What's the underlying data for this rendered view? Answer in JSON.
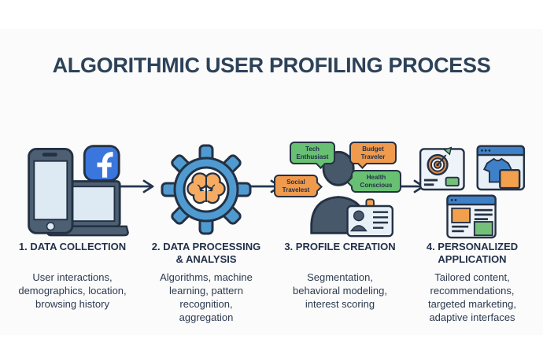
{
  "title": "ALGORITHMIC USER PROFILING PROCESS",
  "colors": {
    "title_navy": "#2d4259",
    "outline_dark": "#243143",
    "device_slate": "#4d5f72",
    "screen_light": "#dde9f3",
    "facebook_blue": "#3b76dd",
    "gear_blue": "#4f9bd1",
    "brain_orange": "#f5ab62",
    "tag_green": "#68c172",
    "tag_orange": "#f09a4d",
    "window_blue": "#3f81c9",
    "accent_green": "#74c078",
    "accent_orange": "#f2a04e"
  },
  "stages": [
    {
      "icon": "phone-laptop-facebook-icon",
      "heading": "1. DATA COLLECTION",
      "description": "User interactions,\ndemographics, location,\nbrowsing history"
    },
    {
      "icon": "gear-brain-icon",
      "heading": "2. DATA PROCESSING\n& ANALYSIS",
      "description": "Algorithms, machine\nlearning, pattern\nrecognition,\naggregation"
    },
    {
      "icon": "user-silhouette-id-card-icon",
      "heading": "3. PROFILE CREATION",
      "description": "Segmentation,\nbehavioral modeling,\ninterest scoring",
      "tags": [
        {
          "label": "Tech Enthusiast",
          "color": "green"
        },
        {
          "label": "Budget Traveler",
          "color": "orange"
        },
        {
          "label": "Social Travelest",
          "color": "orange"
        },
        {
          "label": "Health Conscious",
          "color": "green"
        }
      ]
    },
    {
      "icon": "personalized-windows-icon",
      "heading": "4. PERSONALIZED\nAPPLICATION",
      "description": "Tailored content,\nrecommendations,\ntargeted marketing,\nadaptive interfaces"
    }
  ]
}
